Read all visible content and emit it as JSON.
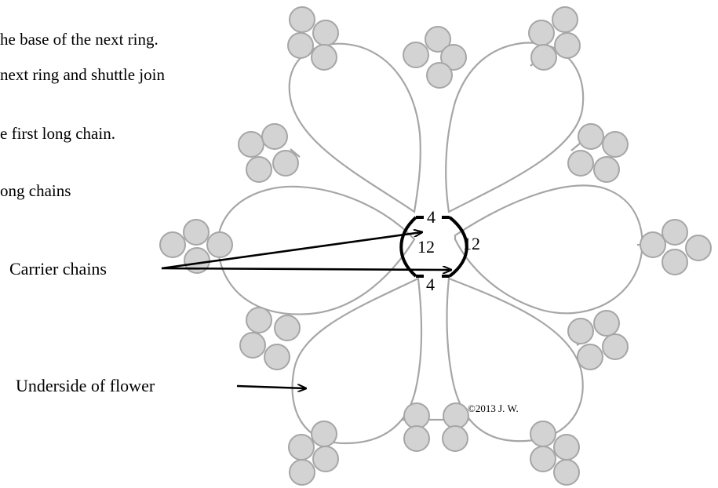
{
  "instructions": {
    "line1": "he base of the next ring.",
    "line2": " next ring and shuttle join",
    "line3": "e first long chain.",
    "line4": "ong chains"
  },
  "labels": {
    "carrier_chains": "Carrier chains",
    "underside": "Underside of flower",
    "copyright": "©2013 J. W."
  },
  "chain_counts": {
    "top": "4",
    "bottom": "4",
    "left": "12",
    "right": "12"
  },
  "colors": {
    "outline": "#a6a6a6",
    "picot_fill": "#d3d3d3",
    "carrier": "#000000"
  }
}
